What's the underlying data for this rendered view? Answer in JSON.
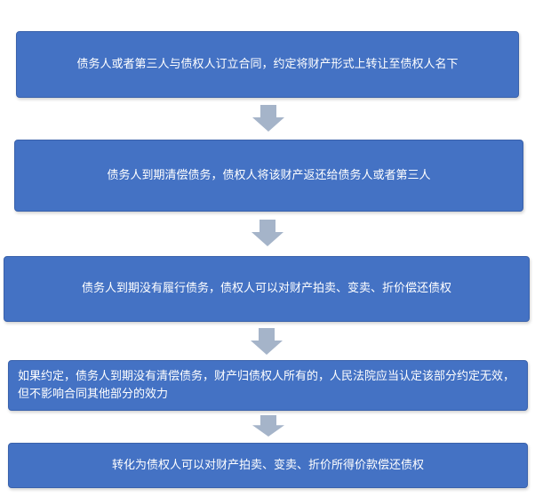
{
  "flow": {
    "steps": [
      {
        "text": "债务人或者第三人与债权人订立合同，约定将财产形式上转让至债权人名下"
      },
      {
        "text": "债务人到期清偿债务，债权人将该财产返还给债务人或者第三人"
      },
      {
        "text": "债务人到期没有履行债务，债权人可以对财产拍卖、变卖、折价偿还债权"
      },
      {
        "text": "如果约定，债务人到期没有清偿债务，财产归债权人所有的，人民法院应当认定该部分约定无效，但不影响合同其他部分的效力"
      },
      {
        "text": "转化为债权人可以对财产拍卖、变卖、折价所得价款偿还债权"
      }
    ],
    "colors": {
      "box": "#4472c4",
      "box_border": "#3a62ab",
      "arrow": "#a5b4c9",
      "text": "#ffffff"
    }
  }
}
